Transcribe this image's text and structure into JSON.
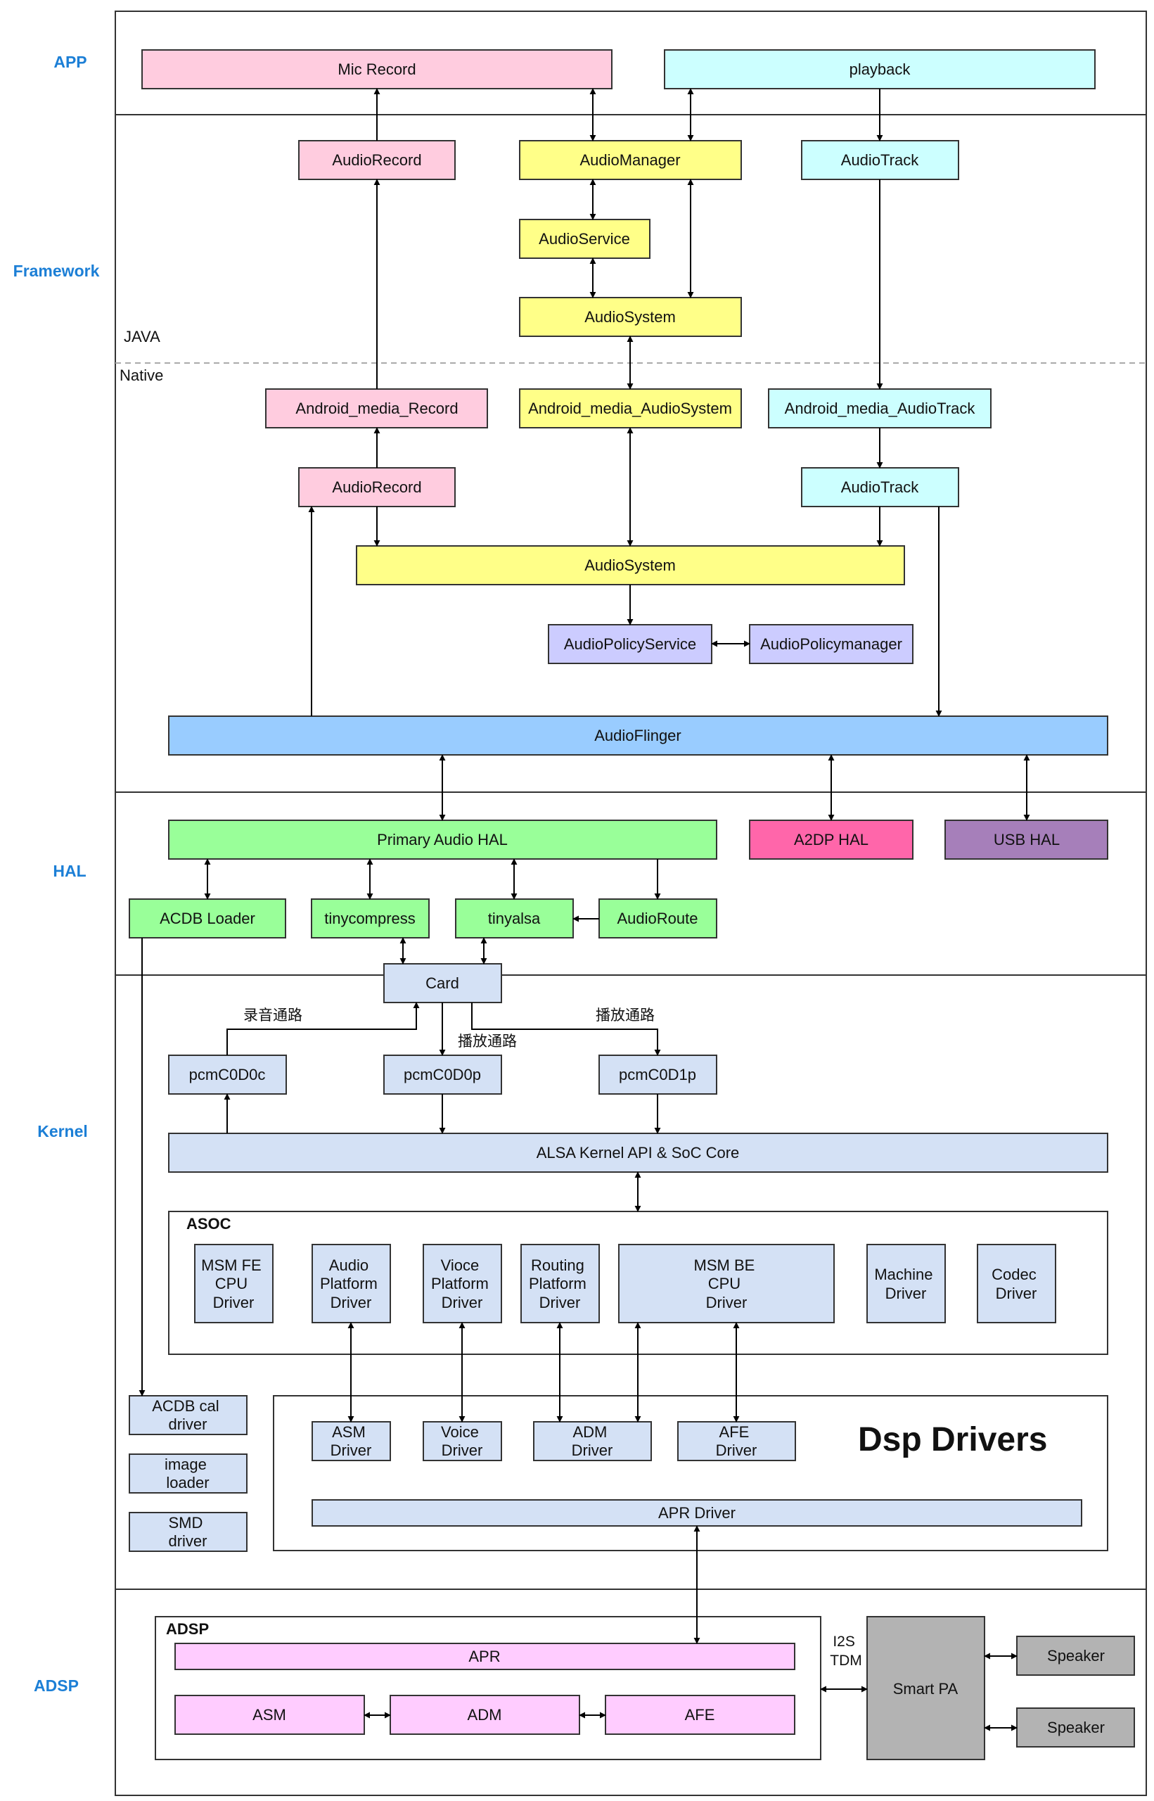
{
  "layers": {
    "app": "APP",
    "framework": "Framework",
    "hal": "HAL",
    "kernel": "Kernel",
    "adsp": "ADSP",
    "java": "JAVA",
    "native": "Native"
  },
  "app": {
    "mic_record": "Mic Record",
    "playback": "playback"
  },
  "framework": {
    "audio_record_java": "AudioRecord",
    "audio_manager": "AudioManager",
    "audio_track_java": "AudioTrack",
    "audio_service": "AudioService",
    "audio_system_java": "AudioSystem",
    "android_media_record": "Android_media_Record",
    "android_media_audiosystem": "Android_media_AudioSystem",
    "android_media_audiotrack": "Android_media_AudioTrack",
    "audio_record_native": "AudioRecord",
    "audio_track_native": "AudioTrack",
    "audio_system_native": "AudioSystem",
    "audio_policy_service": "AudioPolicyService",
    "audio_policy_manager": "AudioPolicymanager",
    "audio_flinger": "AudioFlinger"
  },
  "hal": {
    "primary": "Primary Audio HAL",
    "a2dp": "A2DP HAL",
    "usb": "USB HAL",
    "acdb_loader": "ACDB Loader",
    "tinycompress": "tinycompress",
    "tinyalsa": "tinyalsa",
    "audio_route": "AudioRoute"
  },
  "kernel": {
    "card": "Card",
    "record_path": "录音通路",
    "playback_path_1": "播放通路",
    "playback_path_2": "播放通路",
    "pcm_c0d0c": "pcmC0D0c",
    "pcm_c0d0p": "pcmC0D0p",
    "pcm_c0d1p": "pcmC0D1p",
    "alsa_api": "ALSA Kernel API & SoC Core",
    "asoc_title": "ASOC",
    "msm_fe": [
      "MSM FE",
      "CPU",
      "Driver"
    ],
    "audio_platform": [
      "Audio",
      "Platform",
      "Driver"
    ],
    "voice_platform": [
      "Vioce",
      "Platform",
      "Driver"
    ],
    "routing_platform": [
      "Routing",
      "Platform",
      "Driver"
    ],
    "msm_be": [
      "MSM BE",
      "CPU",
      "Driver"
    ],
    "machine": [
      "Machine",
      "Driver"
    ],
    "codec": [
      "Codec",
      "Driver"
    ],
    "acdb_cal": [
      "ACDB cal",
      "driver"
    ],
    "image_loader": [
      "image",
      "loader"
    ],
    "smd_driver": [
      "SMD",
      "driver"
    ],
    "dsp_title": "Dsp Drivers",
    "asm_driver": [
      "ASM",
      "Driver"
    ],
    "voice_driver": [
      "Voice",
      "Driver"
    ],
    "adm_driver": [
      "ADM",
      "Driver"
    ],
    "afe_driver": [
      "AFE",
      "Driver"
    ],
    "apr_driver": "APR Driver"
  },
  "adsp": {
    "title": "ADSP",
    "apr": "APR",
    "asm": "ASM",
    "adm": "ADM",
    "afe": "AFE",
    "i2s": "I2S",
    "tdm": "TDM",
    "smart_pa": "Smart PA",
    "speaker_1": "Speaker",
    "speaker_2": "Speaker"
  },
  "colors": {
    "pink": "#ffccdf",
    "yellow": "#ffff88",
    "cyan": "#ccffff",
    "lavender": "#ccccff",
    "blue": "#99ccff",
    "green": "#99ff99",
    "a2dp": "#ff66aa",
    "usb": "#a67fba",
    "light_blue": "#d4e1f5",
    "magenta": "#ffccff",
    "gray": "#b3b3b3",
    "layer_label": "#1c7fd6"
  }
}
